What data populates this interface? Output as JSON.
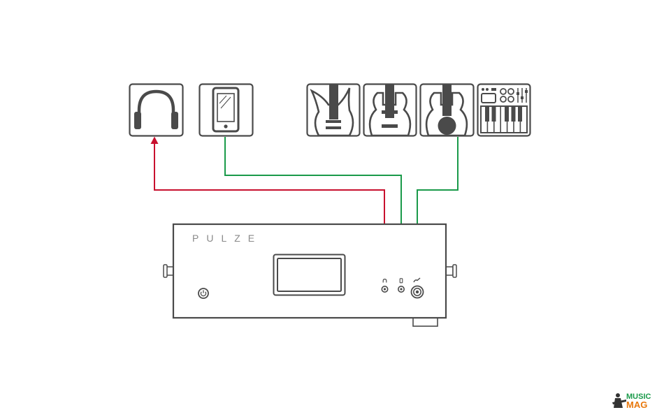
{
  "device": {
    "brand": "PULZE"
  },
  "sources": [
    {
      "icon": "headphones-icon"
    },
    {
      "icon": "smartphone-icon"
    },
    {
      "icon": "electric-guitar-icon"
    },
    {
      "icon": "acoustic-electric-guitar-icon"
    },
    {
      "icon": "acoustic-guitar-icon"
    },
    {
      "icon": "synth-keyboard-icon"
    }
  ],
  "connections": [
    {
      "from": "headphone-jack",
      "to": "headphones",
      "color": "#c8102e"
    },
    {
      "from": "smartphone",
      "to": "aux-jack",
      "color": "#1a9a4a"
    },
    {
      "from": "guitars",
      "to": "instrument-jack",
      "color": "#1a9a4a"
    }
  ],
  "watermark": {
    "top": "MUSIC",
    "bottom": "MAG",
    "top_color": "#1a9a4a",
    "bottom_color": "#e8780c"
  }
}
